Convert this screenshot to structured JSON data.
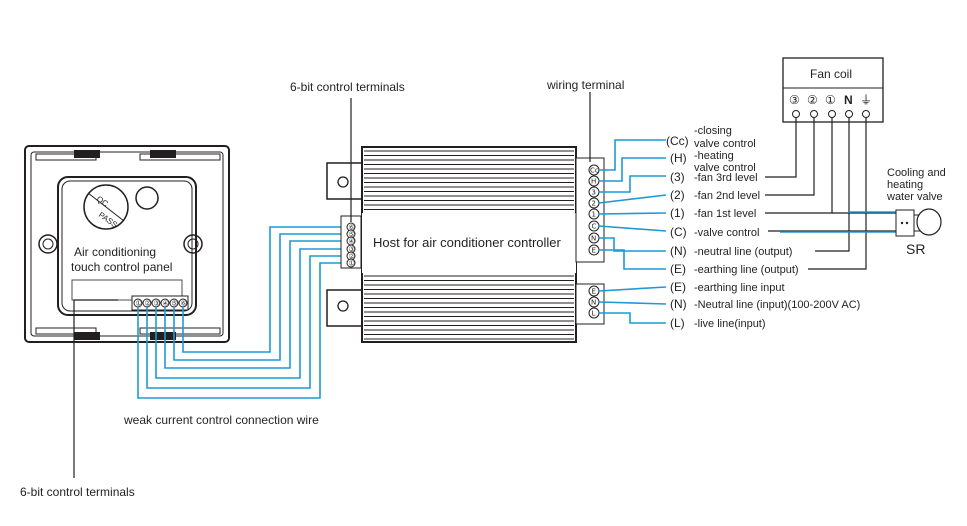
{
  "labels": {
    "top_terminals": "6-bit control terminals",
    "wiring_terminal": "wiring terminal",
    "host": "Host for air conditioner controller",
    "panel_line1": "Air conditioning",
    "panel_line2": "touch control panel",
    "weak_wire": "weak current control connection wire",
    "bottom_terminals": "6-bit control terminals",
    "fan_coil": "Fan coil",
    "valve_line1": "Cooling and",
    "valve_line2": "heating",
    "valve_line3": "water valve",
    "sr": "SR",
    "qc": "QC",
    "pass": "PASS"
  },
  "fan_coil_terminals": [
    "③",
    "②",
    "①",
    "N",
    "⏚"
  ],
  "host_control_terminals": [
    "①",
    "②",
    "③",
    "④",
    "⑤",
    "⑥"
  ],
  "panel_terminals": [
    "①",
    "②",
    "③",
    "④",
    "⑤",
    "⑥"
  ],
  "output_terminals": [
    "Cc",
    "H",
    "3",
    "2",
    "1",
    "C",
    "N",
    "E"
  ],
  "input_terminals": [
    "E",
    "N",
    "L"
  ],
  "output_lines": [
    {
      "code": "(Cc)",
      "desc1": "-closing",
      "desc2": "valve control"
    },
    {
      "code": "(H)",
      "desc1": "-heating",
      "desc2": "valve control"
    },
    {
      "code": "(3)",
      "desc1": "-fan 3rd level",
      "desc2": ""
    },
    {
      "code": "(2)",
      "desc1": "-fan 2nd level",
      "desc2": ""
    },
    {
      "code": "(1)",
      "desc1": "-fan 1st level",
      "desc2": ""
    },
    {
      "code": "(C)",
      "desc1": "-valve control",
      "desc2": ""
    },
    {
      "code": "(N)",
      "desc1": "-neutral line (output)",
      "desc2": ""
    },
    {
      "code": "(E)",
      "desc1": "-earthing line (output)",
      "desc2": ""
    }
  ],
  "input_lines": [
    {
      "code": "(E)",
      "desc1": "-earthing line input"
    },
    {
      "code": "(N)",
      "desc1": "-Neutral line (input)(100-200V  AC)"
    },
    {
      "code": "(L)",
      "desc1": "-live line(input)"
    }
  ],
  "colors": {
    "wire": "#1d9ad6",
    "line": "#231f20"
  }
}
